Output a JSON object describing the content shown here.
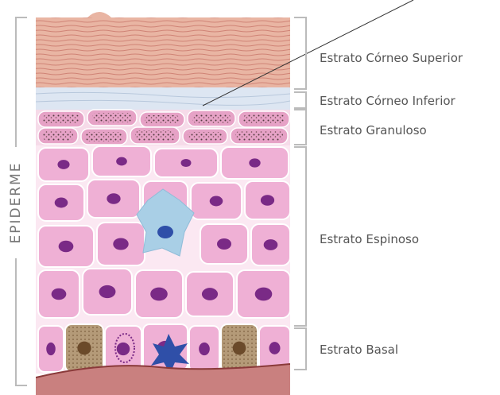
{
  "diagram": {
    "side_label": "EPIDERME",
    "layers": [
      {
        "key": "corneo_superior",
        "label": "Estrato Córneo Superior"
      },
      {
        "key": "corneo_inferior",
        "label": "Estrato Córneo Inferior"
      },
      {
        "key": "granuloso",
        "label": "Estrato Granuloso"
      },
      {
        "key": "espinoso",
        "label": "Estrato Espinoso"
      },
      {
        "key": "basal",
        "label": "Estrato Basal"
      }
    ],
    "colors": {
      "corneo_superior": "#e9b5a3",
      "corneo_inferior": "#dde6f2",
      "granuloso": "#e6a2c6",
      "espinoso": "#efb0d5",
      "basal": "#a98c6e",
      "nucleus": "#7a2a86",
      "langerhans": "#a9cfe6",
      "melanocyte": "#2f4fa8",
      "dermis": "#c9807f",
      "bracket": "#bbbbbb",
      "text": "#555555"
    }
  }
}
